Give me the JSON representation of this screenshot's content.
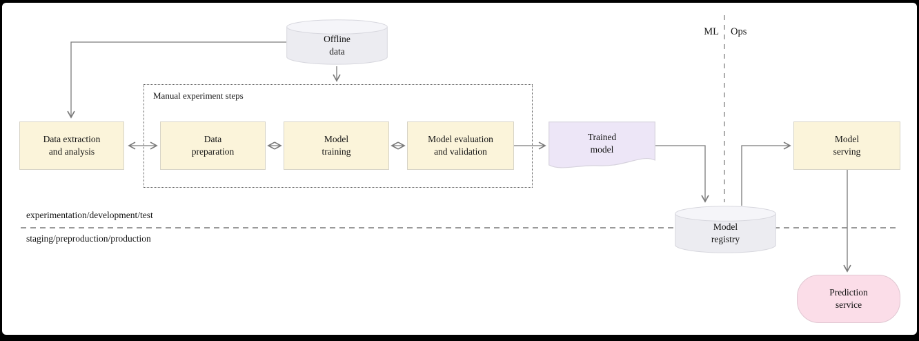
{
  "canvas": {
    "background": "#ffffff",
    "frame_color": "#000000"
  },
  "palette": {
    "process_fill": "#fbf4da",
    "process_border": "#d6d3c6",
    "artifact_fill": "#ede6f7",
    "artifact_border": "#d6d2dd",
    "service_fill": "#fbdde8",
    "service_border": "#e0c6d1",
    "datastore_fill": "#ececf1",
    "datastore_top_fill": "#f5f5f9",
    "datastore_border": "#d7d7de",
    "connector_color": "#7a7a7a",
    "divider_color": "#999999"
  },
  "header": {
    "ml_label": "ML",
    "ops_label": "Ops"
  },
  "lanes": {
    "top_label": "experimentation/development/test",
    "bottom_label": "staging/preproduction/production"
  },
  "group_box": {
    "label": "Manual experiment steps"
  },
  "nodes": {
    "offline_data": {
      "label": "Offline\ndata",
      "type": "datastore"
    },
    "data_extraction": {
      "label": "Data extraction\nand analysis",
      "type": "process"
    },
    "data_preparation": {
      "label": "Data\npreparation",
      "type": "process"
    },
    "model_training": {
      "label": "Model\ntraining",
      "type": "process"
    },
    "model_evaluation": {
      "label": "Model evaluation\nand validation",
      "type": "process"
    },
    "trained_model": {
      "label": "Trained\nmodel",
      "type": "artifact"
    },
    "model_registry": {
      "label": "Model\nregistry",
      "type": "datastore"
    },
    "model_serving": {
      "label": "Model\nserving",
      "type": "process"
    },
    "prediction_service": {
      "label": "Prediction\nservice",
      "type": "service"
    }
  }
}
